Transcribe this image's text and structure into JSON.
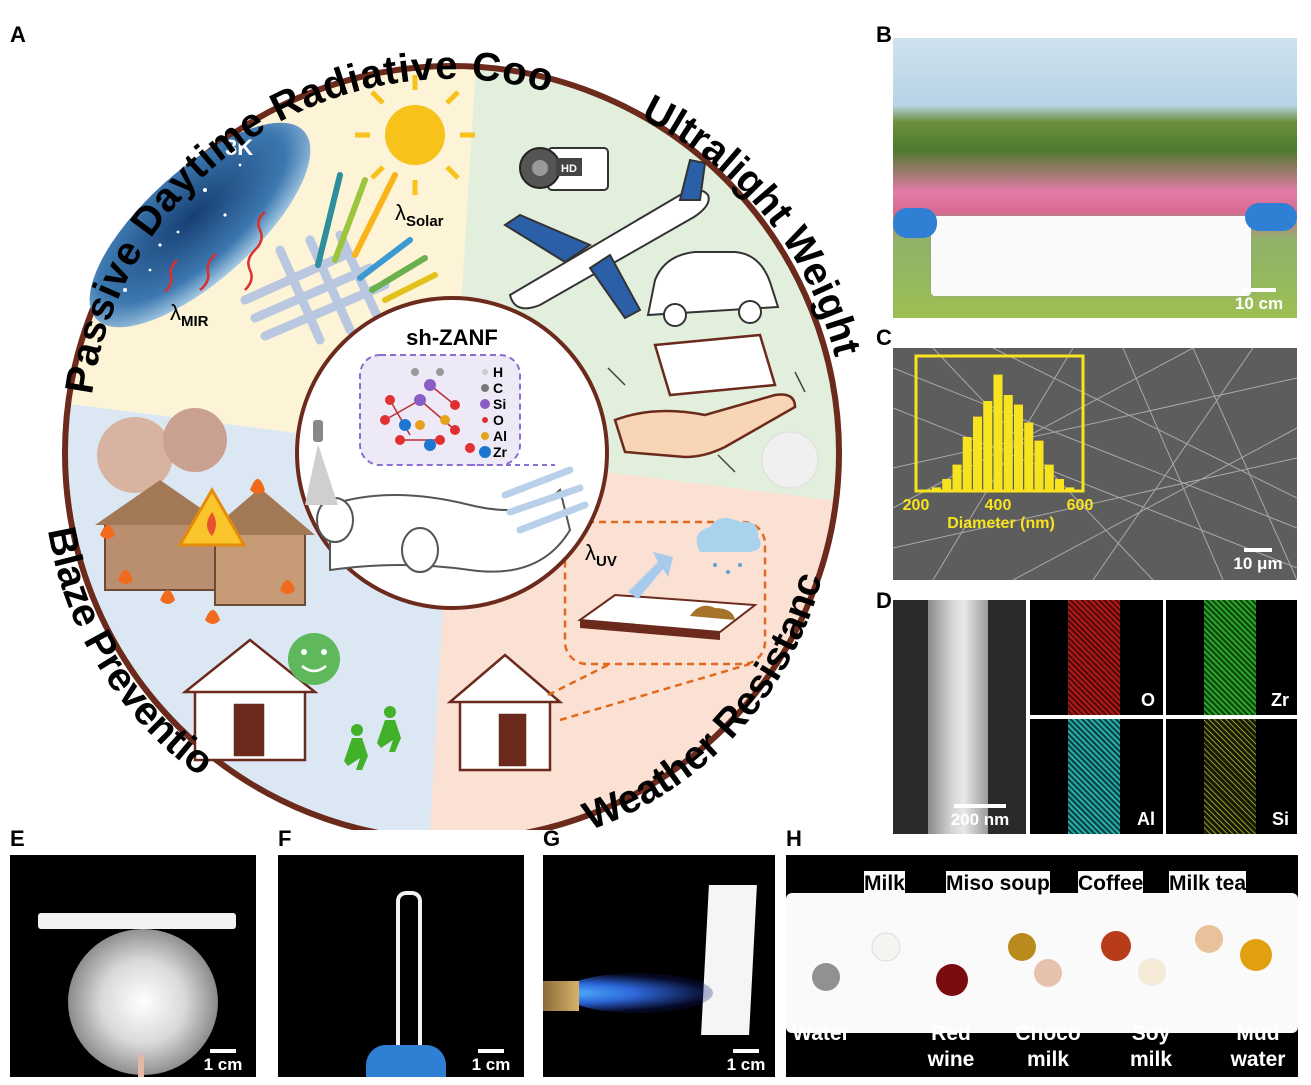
{
  "panels": {
    "A": "A",
    "B": "B",
    "C": "C",
    "D": "D",
    "E": "E",
    "F": "F",
    "G": "G",
    "H": "H"
  },
  "circle": {
    "titles": [
      "Passive Daytime Radiative Cooling",
      "Ultralight Weight",
      "Weather Resistance",
      "Blaze Prevention"
    ],
    "center_title": "sh-ZANF",
    "space_temp": "3K",
    "lambda_mir": "λ",
    "lambda_mir_sub": "MIR",
    "lambda_solar": "λ",
    "lambda_solar_sub": "Solar",
    "lambda_uv": "λ",
    "lambda_uv_sub": "UV",
    "hd_badge": "HD",
    "elements": [
      "H",
      "C",
      "Si",
      "O",
      "Al",
      "Zr"
    ]
  },
  "panel_b": {
    "scale": "10 cm"
  },
  "panel_c": {
    "scale": "10 μm",
    "inset_xlabel": "Diameter (nm)",
    "inset_ticks": [
      "200",
      "400",
      "600"
    ],
    "histogram": {
      "type": "bar",
      "x": [
        250,
        275,
        300,
        325,
        350,
        375,
        400,
        425,
        450,
        475,
        500,
        525,
        550,
        575
      ],
      "values": [
        0.03,
        0.1,
        0.22,
        0.45,
        0.62,
        0.75,
        0.97,
        0.8,
        0.72,
        0.57,
        0.42,
        0.22,
        0.1,
        0.03
      ]
    }
  },
  "panel_d": {
    "scale": "200 nm",
    "maps": [
      "O",
      "Zr",
      "Al",
      "Si"
    ]
  },
  "panel_e": {
    "scale": "1 cm"
  },
  "panel_f": {
    "scale": "1 cm"
  },
  "panel_g": {
    "scale": "1 cm"
  },
  "panel_h": {
    "top_labels": [
      "Milk",
      "Miso soup",
      "Coffee",
      "Milk tea"
    ],
    "bottom_labels": [
      [
        "Water"
      ],
      [
        "Red",
        "wine"
      ],
      [
        "Choco",
        "milk"
      ],
      [
        "Soy",
        "milk"
      ],
      [
        "Mud",
        "water"
      ]
    ]
  },
  "colors": {
    "ring": "#6b2a1c",
    "sun": "#f7c21a",
    "text": "#000000"
  }
}
